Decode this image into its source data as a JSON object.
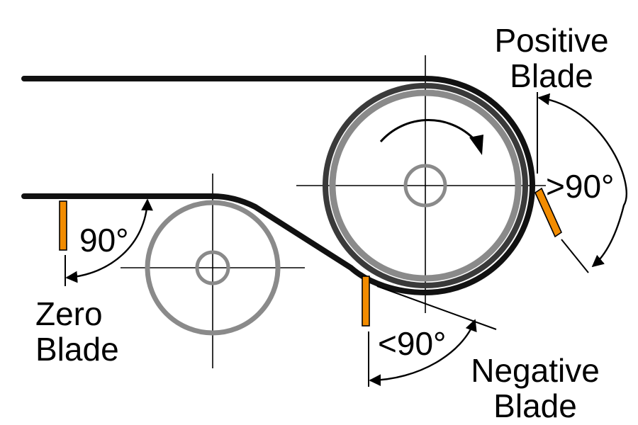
{
  "labels": {
    "positive_blade": [
      "Positive",
      "Blade"
    ],
    "zero_blade": [
      "Zero",
      "Blade"
    ],
    "negative_blade": [
      "Negative",
      "Blade"
    ],
    "angle_zero": "90°",
    "angle_positive": ">90°",
    "angle_negative": "<90°"
  },
  "colors": {
    "belt": "#111111",
    "roller_dark": "#3a3a3a",
    "roller_light": "#8a8a8a",
    "blade_fill": "#f28c00",
    "line": "#000000"
  }
}
